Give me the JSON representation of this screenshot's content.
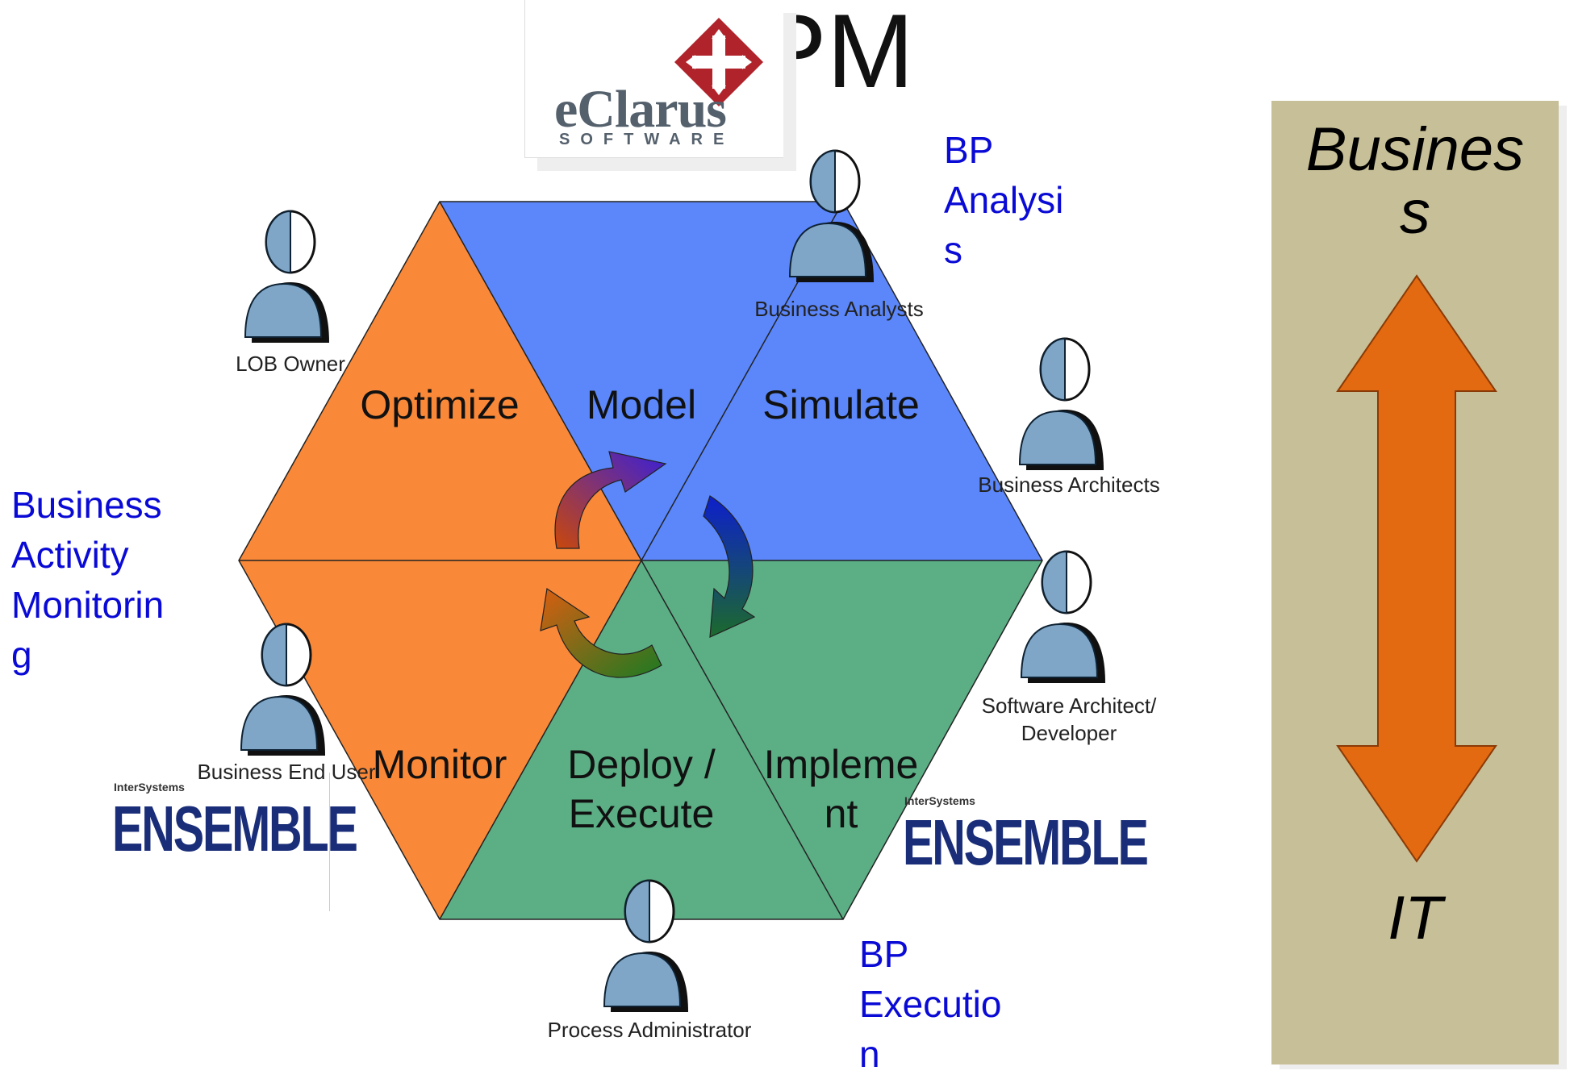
{
  "title_fragment": "PM",
  "logo": {
    "word": "eClarus",
    "sub": "SOFTWARE"
  },
  "notes": {
    "bp_analysis": "BP\nAnalysi\ns",
    "bam": "Business\nActivity\nMonitorin\ng",
    "bp_execution": "BP\nExecutio\nn"
  },
  "phases": {
    "optimize": "Optimize",
    "model": "Model",
    "simulate": "Simulate",
    "monitor": "Monitor",
    "deploy": "Deploy /\nExecute",
    "implement": "Impleme\nnt"
  },
  "roles": {
    "lob_owner": "LOB Owner",
    "business_analysts": "Business Analysts",
    "business_architects": "Business Architects",
    "software_architect": "Software Architect/\nDeveloper",
    "business_end_user": "Business End User",
    "process_administrator": "Process Administrator"
  },
  "side_panel": {
    "top": "Busines\ns",
    "bottom": "IT"
  },
  "ensemble": {
    "brand": "InterSystems",
    "word": "ENSEMBLE"
  },
  "colors": {
    "orange": "#f98838",
    "blue": "#5b87fb",
    "green": "#5cae85",
    "panel": "#c7bf97",
    "arrow": "#e36a10",
    "note_blue": "#0a0ad6"
  },
  "icons": [
    "user-icon",
    "cycle-arrow-icon",
    "double-arrow-icon",
    "eclarus-diamond-icon"
  ]
}
